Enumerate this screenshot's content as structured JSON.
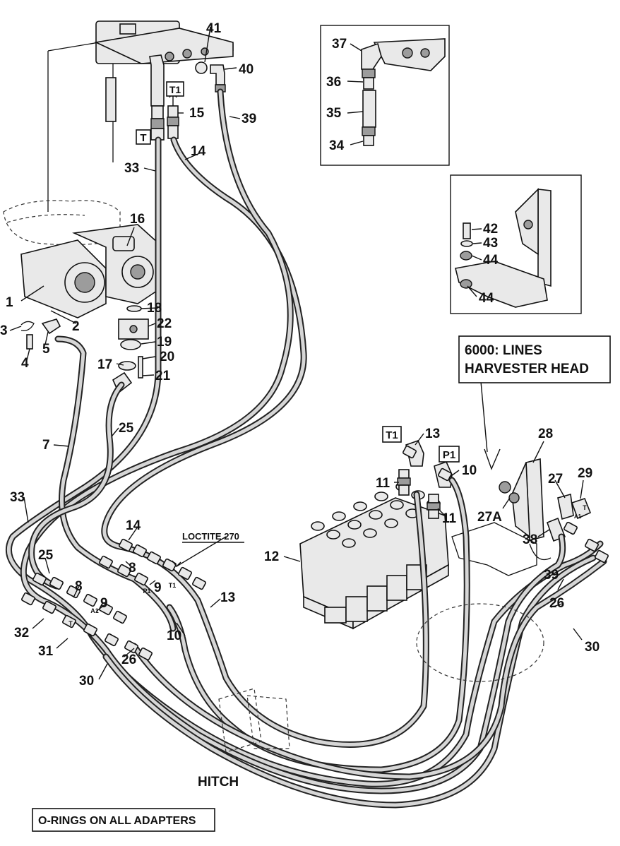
{
  "callouts": {
    "c1": "1",
    "c2": "2",
    "c3": "3",
    "c4": "4",
    "c5": "5",
    "c7": "7",
    "c8a": "8",
    "c8b": "8",
    "c9a": "9",
    "c9b": "9",
    "c10a": "10",
    "c10b": "10",
    "c11a": "11",
    "c11b": "11",
    "c12": "12",
    "c13a": "13",
    "c13b": "13",
    "c14a": "14",
    "c14b": "14",
    "c15": "15",
    "c16": "16",
    "c17": "17",
    "c18": "18",
    "c19": "19",
    "c20": "20",
    "c21": "21",
    "c22": "22",
    "c25a": "25",
    "c25b": "25",
    "c26": "26",
    "c26b": "26",
    "c27": "27",
    "c27a": "27A",
    "c28": "28",
    "c29": "29",
    "c30a": "30",
    "c30b": "30",
    "c31": "31",
    "c32": "32",
    "c33a": "33",
    "c33b": "33",
    "c34": "34",
    "c35": "35",
    "c36": "36",
    "c37": "37",
    "c38": "38",
    "c39a": "39",
    "c39b": "39",
    "c40": "40",
    "c41": "41",
    "c42": "42",
    "c43": "43",
    "c44a": "44",
    "c44b": "44"
  },
  "port_tags": {
    "t_tank": "T",
    "t1_tank": "T1",
    "t1_valve": "T1",
    "p1_valve": "P1"
  },
  "fitting_marks": {
    "t1": "T1",
    "p1": "P1",
    "t": "T",
    "a1": "A1",
    "t_right": "T",
    "a1_right": "A1"
  },
  "notes": {
    "lines_line1": "6000: LINES",
    "lines_line2": "HARVESTER HEAD",
    "loctite": "LOCTITE 270",
    "hitch": "HITCH",
    "orings": "O-RINGS ON ALL ADAPTERS"
  }
}
